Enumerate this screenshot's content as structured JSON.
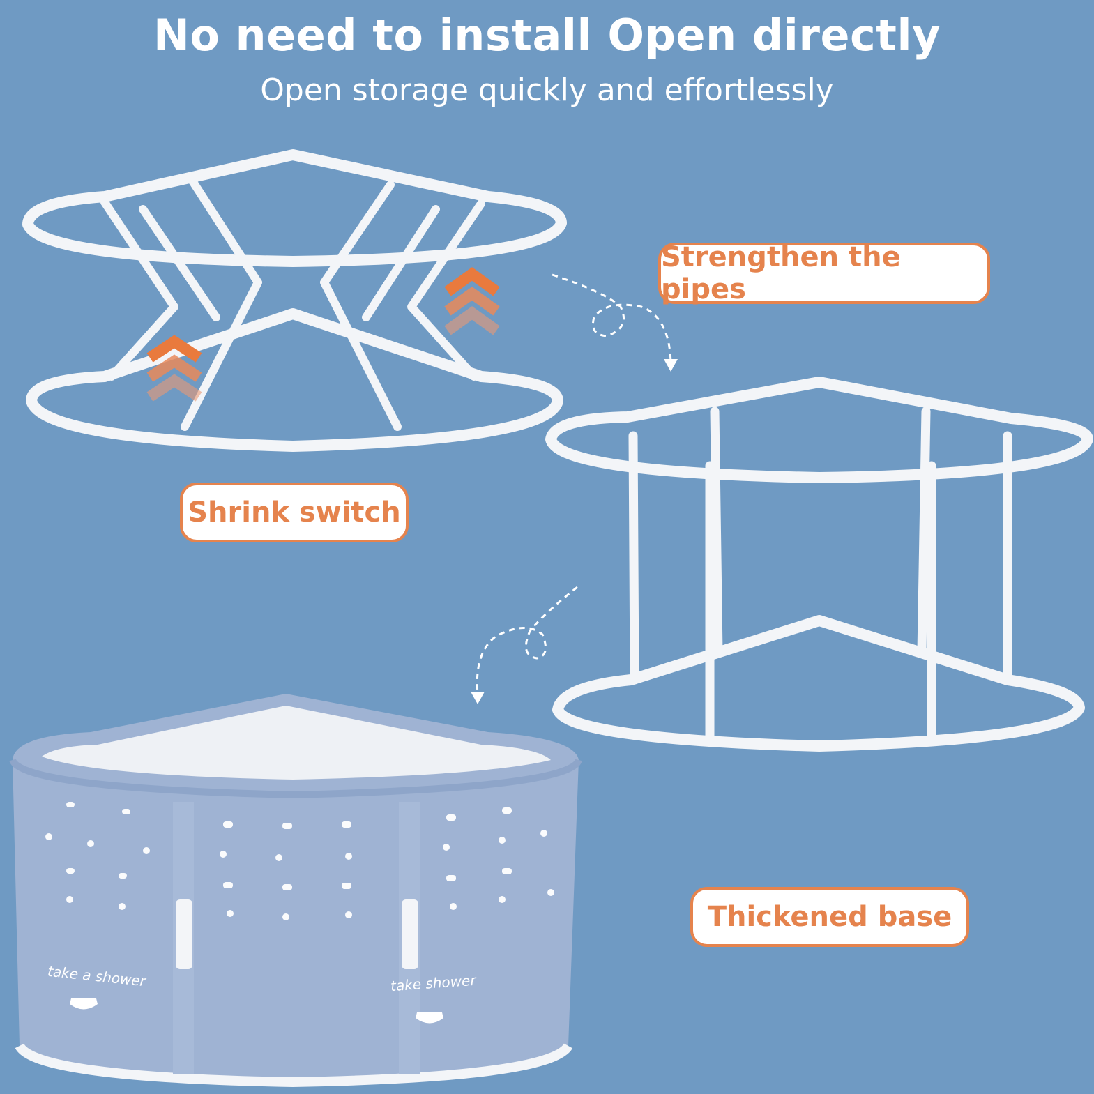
{
  "header": {
    "title": "No need to install Open directly",
    "subtitle": "Open storage quickly and effortlessly"
  },
  "labels": {
    "strengthen": "Strengthen the pipes",
    "shrink": "Shrink switch",
    "thickened": "Thickened base"
  },
  "tub": {
    "print_left": "take a shower",
    "print_right": "take shower"
  },
  "colors": {
    "background": "#6f9ac3",
    "accent": "#e5834d",
    "pipe": "#f2f4f7",
    "tub_body": "#9fb3d3"
  },
  "icons": [
    "up-chevrons-icon",
    "dashed-arrow-icon"
  ]
}
